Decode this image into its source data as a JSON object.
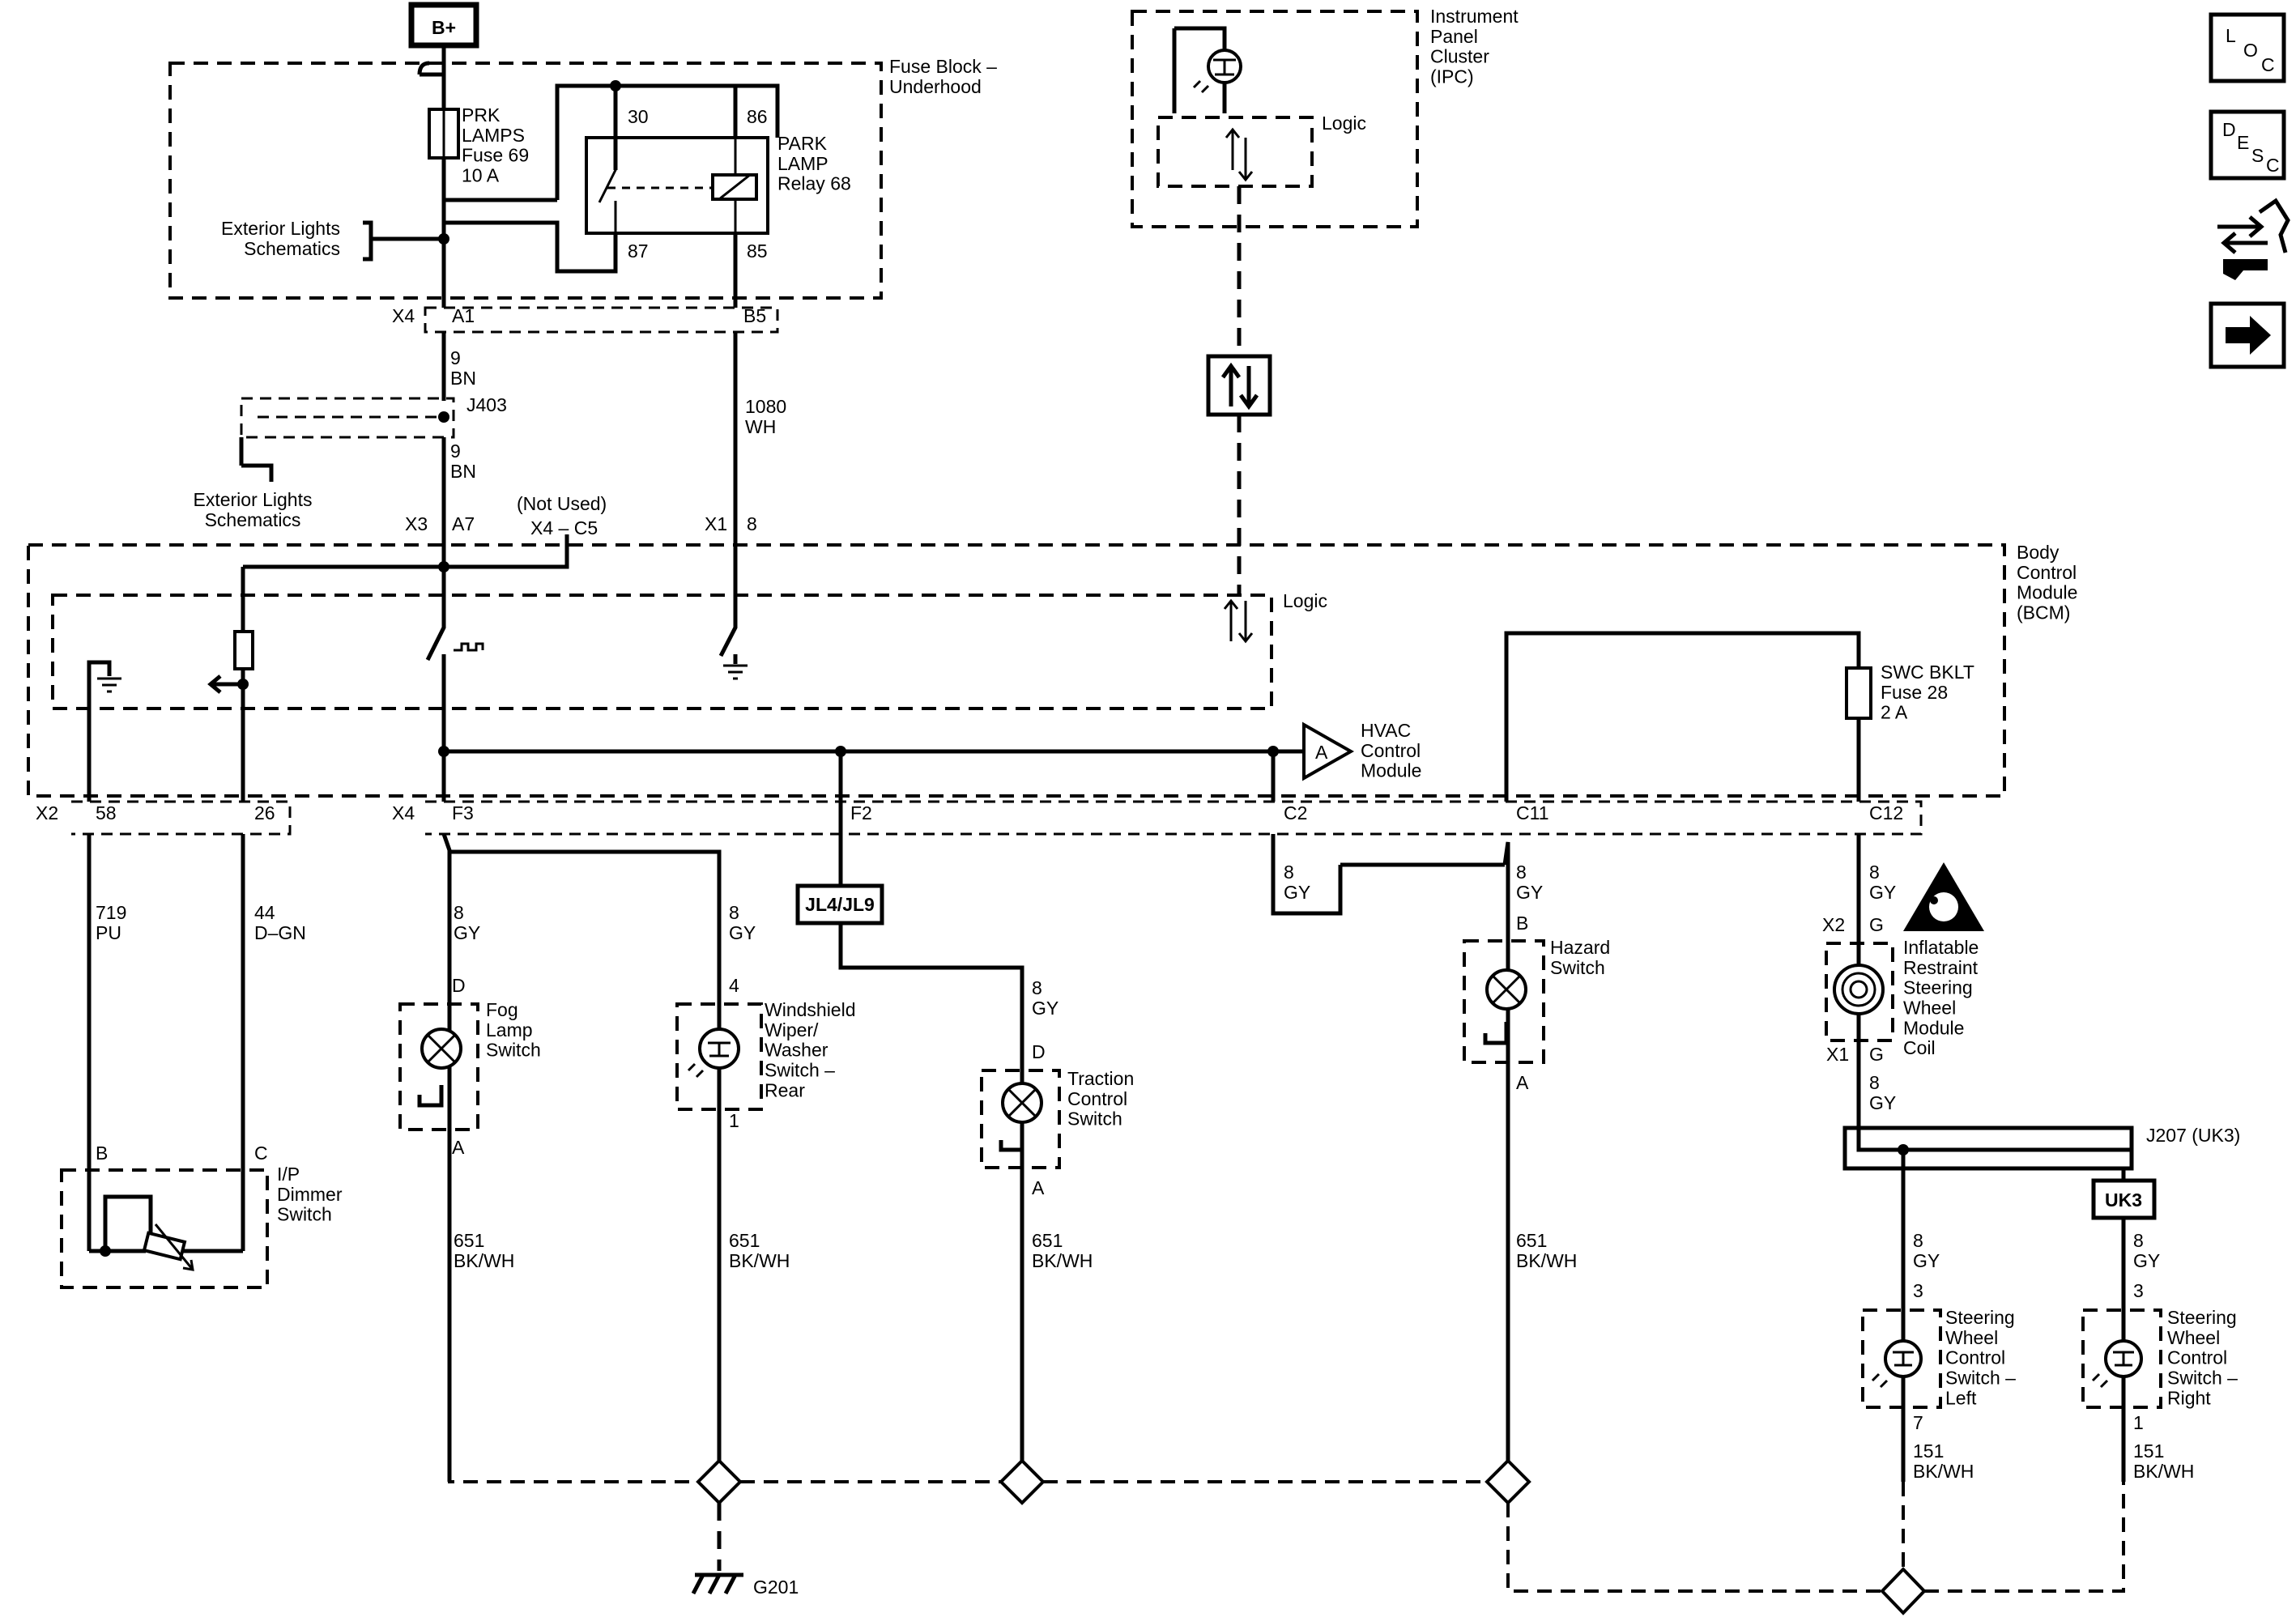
{
  "power": {
    "label": "B+"
  },
  "fuse_block": {
    "title": "Fuse Block –\nUnderhood"
  },
  "fuse69": {
    "label": "PRK\nLAMPS\nFuse 69\n10 A"
  },
  "relay68": {
    "label": "PARK\nLAMP\nRelay 68",
    "pins": [
      "30",
      "86",
      "87",
      "85"
    ]
  },
  "ext_lights_top": {
    "label": "Exterior Lights\nSchematics"
  },
  "ext_lights_mid": {
    "label": "Exterior Lights\nSchematics"
  },
  "ipc": {
    "title": "Instrument\nPanel\nCluster\n(IPC)",
    "logic": "Logic"
  },
  "bcm": {
    "title": "Body\nControl\nModule\n(BCM)",
    "logic": "Logic"
  },
  "connectors": {
    "x4_top": "X4",
    "a1": "A1",
    "b5": "B5",
    "x3": "X3",
    "a7": "A7",
    "not_used": "(Not Used)",
    "x4_c5": "X4 – C5",
    "x1": "X1",
    "pin8": "8",
    "x2": "X2",
    "p58": "58",
    "p26": "26",
    "x4_bot": "X4",
    "f3": "F3",
    "f2": "F2",
    "c2": "C2",
    "c11": "C11",
    "c12": "C12"
  },
  "splice_j403": "J403",
  "splice_j207": "J207 (UK3)",
  "option_jl": "JL4/JL9",
  "option_uk3": "UK3",
  "wires": {
    "w9bn_a": "9\nBN",
    "w9bn_b": "9\nBN",
    "w1080": "1080\nWH",
    "w719": "719\nPU",
    "w44": "44\nD–GN",
    "w8gy_fog": "8\nGY",
    "w8gy_wiper": "8\nGY",
    "w8gy_trac": "8\nGY",
    "w8gy_c2": "8\nGY",
    "w8gy_haz": "8\nGY",
    "w8gy_c12": "8\nGY",
    "w8gy_coil": "8\nGY",
    "w8gy_swl": "8\nGY",
    "w8gy_swr": "8\nGY",
    "w651_fog": "651\nBK/WH",
    "w651_wiper": "651\nBK/WH",
    "w651_trac": "651\nBK/WH",
    "w651_haz": "651\nBK/WH",
    "w151_l": "151\nBK/WH",
    "w151_r": "151\nBK/WH"
  },
  "hvac": {
    "letter": "A",
    "label": "HVAC\nControl\nModule"
  },
  "swc_fuse": {
    "label": "SWC BKLT\nFuse 28\n2 A"
  },
  "coil": {
    "label": "Inflatable\nRestraint\nSteering\nWheel\nModule\nCoil",
    "x2": "X2",
    "g_top": "G",
    "x1": "X1",
    "g_bot": "G"
  },
  "dimmer": {
    "label": "I/P\nDimmer\nSwitch",
    "pin_b": "B",
    "pin_c": "C"
  },
  "fog_switch": {
    "label": "Fog\nLamp\nSwitch",
    "pin_top": "D",
    "pin_bot": "A"
  },
  "wiper_switch": {
    "label": "Windshield\nWiper/\nWasher\nSwitch –\nRear",
    "pin_top": "4",
    "pin_bot": "1"
  },
  "traction_switch": {
    "label": "Traction\nControl\nSwitch",
    "pin_top": "D",
    "pin_bot": "A"
  },
  "hazard_switch": {
    "label": "Hazard\nSwitch",
    "pin_top": "B",
    "pin_bot": "A"
  },
  "swc_left": {
    "label": "Steering\nWheel\nControl\nSwitch –\nLeft",
    "pin_top": "3",
    "pin_bot": "7"
  },
  "swc_right": {
    "label": "Steering\nWheel\nControl\nSwitch –\nRight",
    "pin_top": "3",
    "pin_bot": "1"
  },
  "ground": {
    "label": "G201"
  },
  "nav_icons": {
    "loc": [
      "L",
      "O",
      "C"
    ],
    "desc": [
      "D",
      "E",
      "S",
      "C"
    ],
    "connector_icon": "connector-end-view-icon",
    "next_icon": "next-arrow-icon"
  }
}
